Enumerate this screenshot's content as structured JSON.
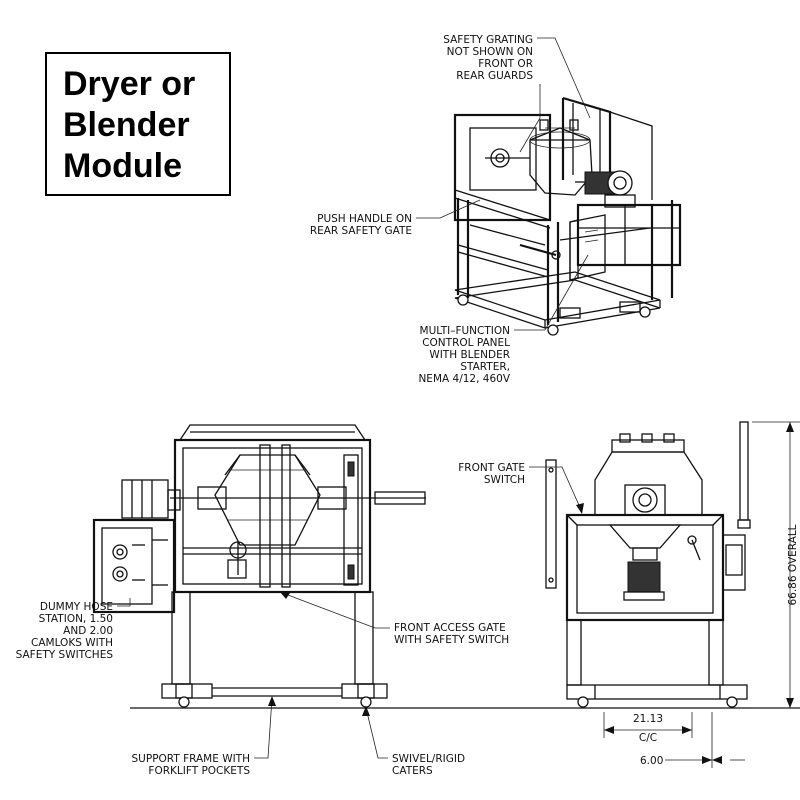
{
  "title": {
    "lines": [
      "Dryer or",
      "Blender",
      "Module"
    ]
  },
  "callouts": {
    "safety_grating": [
      "SAFETY GRATING",
      "NOT SHOWN ON",
      "FRONT OR",
      "REAR GUARDS"
    ],
    "push_handle": [
      "PUSH HANDLE ON",
      "REAR SAFETY GATE"
    ],
    "control_panel": [
      "MULTI–FUNCTION",
      "CONTROL PANEL",
      "WITH BLENDER",
      "STARTER,",
      "NEMA 4/12, 460V"
    ],
    "front_gate_switch": [
      "FRONT GATE",
      "SWITCH"
    ],
    "dummy_hose": [
      "DUMMY HOSE",
      "STATION, 1.50",
      "AND 2.00",
      "CAMLOKS WITH",
      "SAFETY SWITCHES"
    ],
    "front_access_gate": [
      "FRONT ACCESS GATE",
      "WITH SAFETY SWITCH"
    ],
    "support_frame": [
      "SUPPORT FRAME WITH",
      "FORKLIFT POCKETS"
    ],
    "casters": [
      "SWIVEL/RIGID",
      "CATERS"
    ]
  },
  "dimensions": {
    "overall": "66.86 OVERALL",
    "center": [
      "21.13",
      "C/C"
    ],
    "offset": "6.00"
  }
}
